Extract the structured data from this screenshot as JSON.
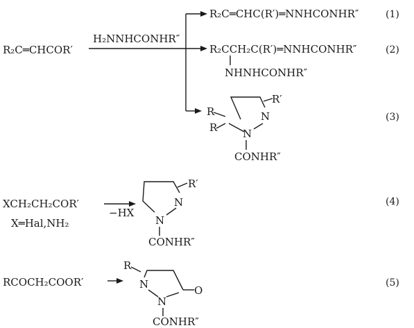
{
  "scheme": {
    "reactant_enone": "R₂C═CHCOR′",
    "reagent_semicarbazide": "H₂NNHCONHR″",
    "product_1": "R₂C═CHC(R′)═NNHCONHR″",
    "label_1": "(1)",
    "product_2_top": "R₂CCH₂C(R′)═NNHCONHR″",
    "product_2_branch": "NHNHCONHR″",
    "label_2": "(2)",
    "product_3": {
      "sub_top_right": "R′",
      "sub_left_upper": "R",
      "sub_left_lower": "R",
      "ring_n_upper": "N",
      "ring_n_lower": "N",
      "substituent": "CONHR″"
    },
    "label_3": "(3)",
    "reactant_4": "XCH₂CH₂COR′",
    "reactant_4_condition": "X═Hal,NH₂",
    "eliminated_4": "−HX",
    "product_4": {
      "sub_top_right": "R′",
      "ring_n_upper": "N",
      "ring_n_lower": "N",
      "substituent": "CONHR″"
    },
    "label_4": "(4)",
    "reactant_5": "RCOCH₂COOR′",
    "product_5": {
      "sub_top_left": "R",
      "ring_n_upper": "N",
      "ring_n_lower": "N",
      "carbonyl_o": "O",
      "substituent": "CONHR″"
    },
    "label_5": "(5)"
  }
}
